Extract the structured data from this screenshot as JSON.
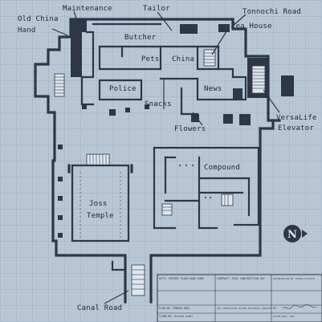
{
  "labels": {
    "old_china_hand": [
      "Old China",
      "Hand"
    ],
    "maintenance": "Maintenance",
    "tailor": "Tailor",
    "tonnochi_road": "Tonnochi Road",
    "butcher": "Butcher",
    "tea_house": "Tea House",
    "pets": "Pets",
    "china": "China",
    "police": "Police",
    "news": "News",
    "snacks": "Snacks",
    "flowers": "Flowers",
    "versalife_elevator": [
      "VersaLife",
      "Elevator"
    ],
    "compound": "Compound",
    "joss_temple": [
      "Joss",
      "Temple"
    ],
    "canal_road": "Canal Road"
  },
  "compass": {
    "letter": "N"
  },
  "title_block": {
    "site": "SITE: CENTURY PLAZA HONG KONG",
    "plan_no": "PLAN NO: PRN094-HK03",
    "floor_no": "FLOOR NO: Ground Level",
    "contract": "CONTRACT: PAGE CONSTRUCTION INC",
    "job": "JOB: VENTILATION SYSTEMS ELECTRICAL SERVICES",
    "authorization_no": "AUTHORIZATION NO: KFH034-CT1271FN",
    "by": "BY:",
    "active_date": "ACTIVE DATE: 2052"
  },
  "colors": {
    "paper": "#b9c7d6",
    "grid": "#9fb0c3",
    "wall": "#2e3648",
    "text": "#1d2637"
  }
}
